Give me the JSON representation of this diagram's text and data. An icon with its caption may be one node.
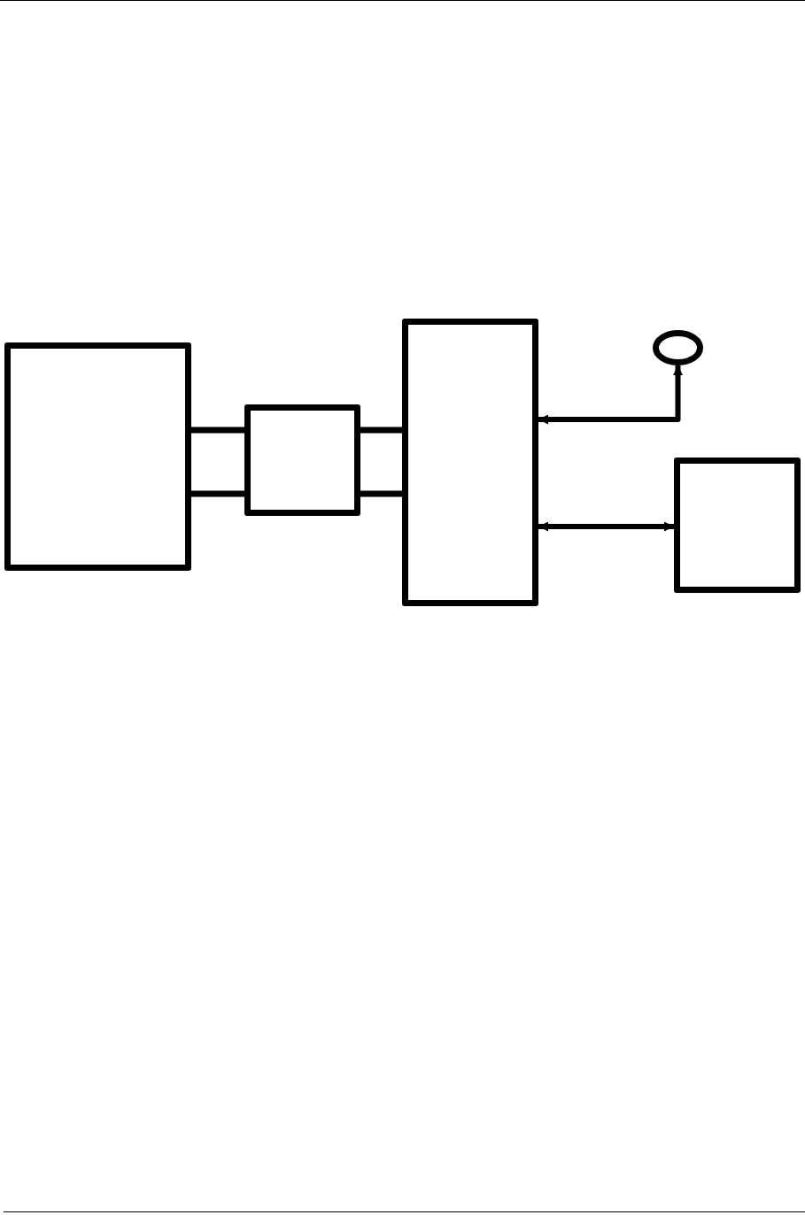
{
  "diagram": {
    "nodes": [
      {
        "text": [],
        "shape": "box"
      },
      {
        "text": [],
        "shape": "box"
      },
      {
        "text": [],
        "shape": "box"
      },
      {
        "text": [],
        "shape": "circle"
      },
      {
        "text": [],
        "shape": "box"
      }
    ],
    "edges": [
      {
        "from": 0,
        "to": 1,
        "arrow": "none"
      },
      {
        "from": 0,
        "to": 1,
        "arrow": "none"
      },
      {
        "from": 1,
        "to": 2,
        "arrow": "none"
      },
      {
        "from": 1,
        "to": 2,
        "arrow": "none"
      },
      {
        "from": 2,
        "to": 3,
        "arrow": "both"
      },
      {
        "from": 2,
        "to": 4,
        "arrow": "both"
      }
    ]
  }
}
